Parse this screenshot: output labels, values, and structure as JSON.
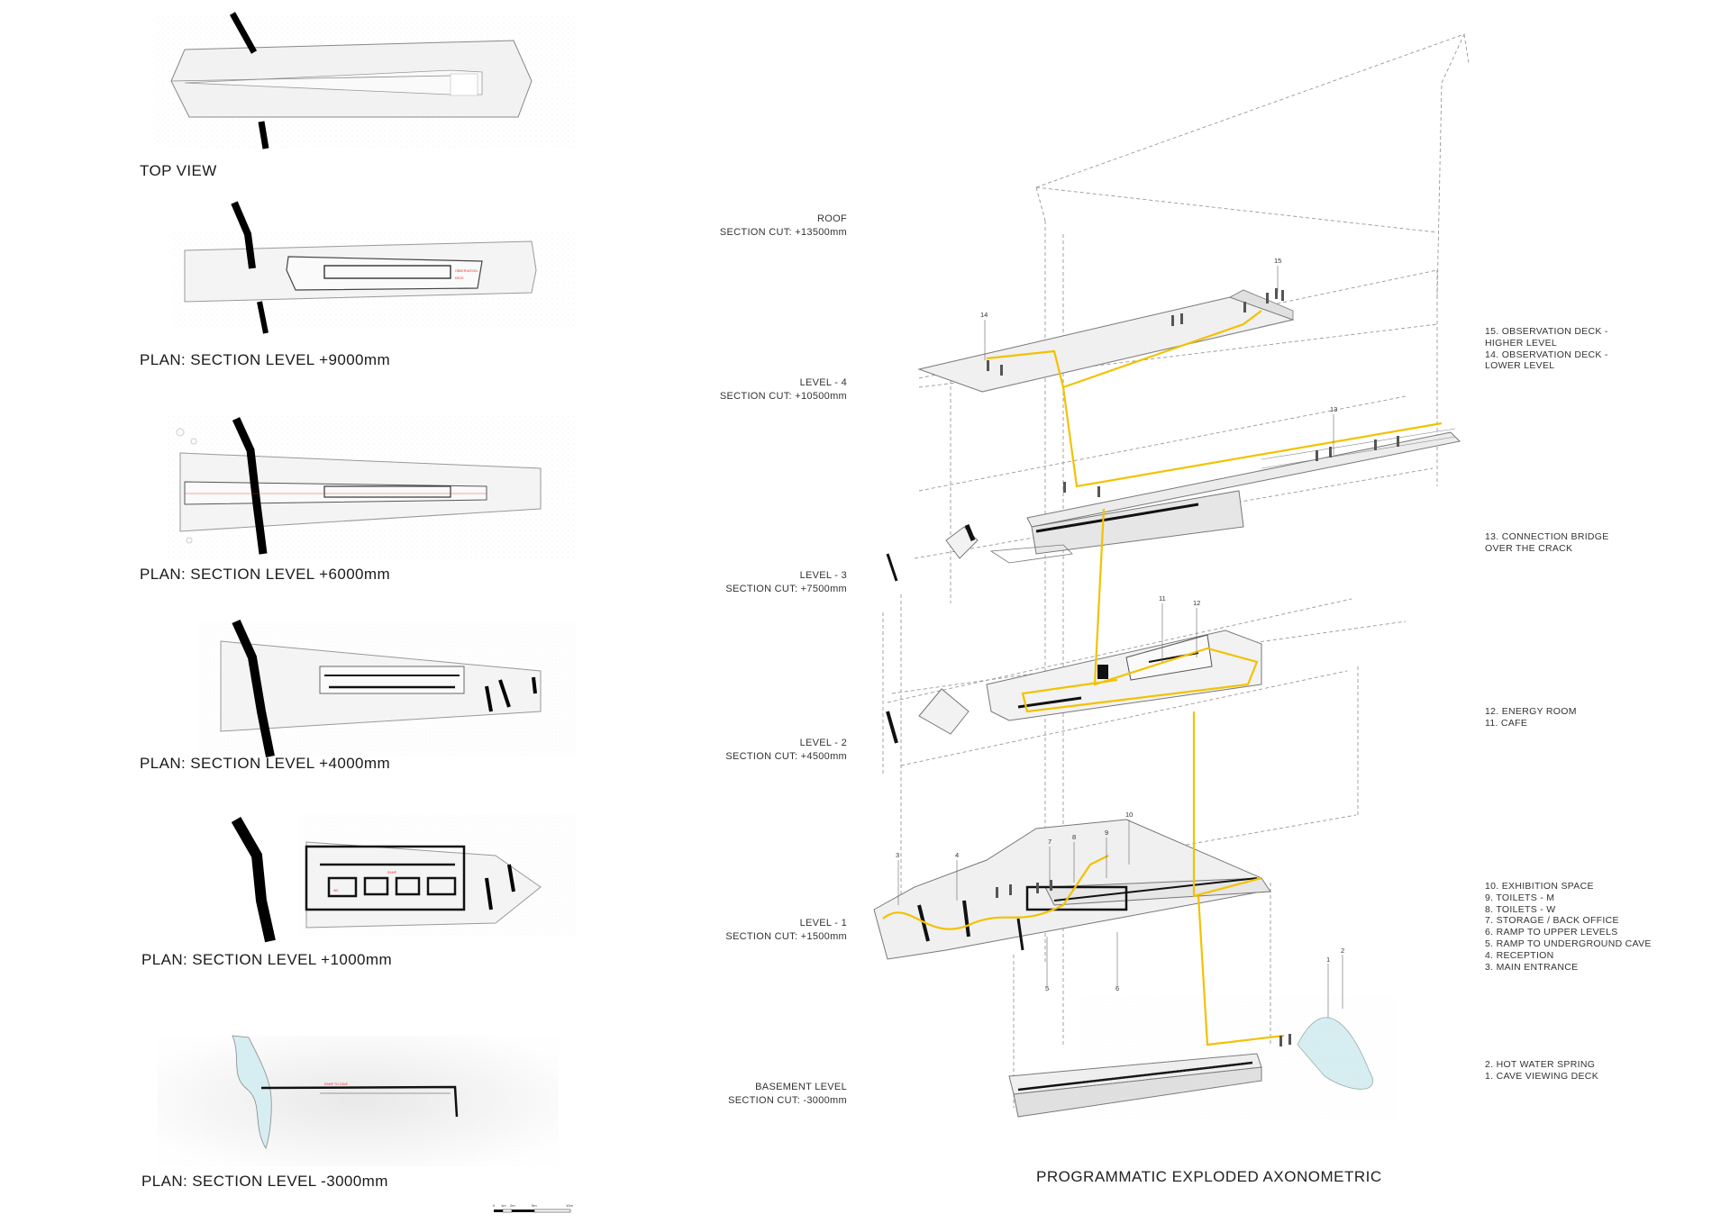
{
  "plans": [
    {
      "title": "TOP VIEW"
    },
    {
      "title": "PLAN: SECTION LEVEL +9000mm"
    },
    {
      "title": "PLAN: SECTION LEVEL +6000mm"
    },
    {
      "title": "PLAN: SECTION LEVEL +4000mm"
    },
    {
      "title": "PLAN: SECTION LEVEL +1000mm"
    },
    {
      "title": "PLAN: SECTION LEVEL -3000mm"
    }
  ],
  "levels": [
    {
      "name": "ROOF",
      "cut": "SECTION CUT: +13500mm"
    },
    {
      "name": "LEVEL - 4",
      "cut": "SECTION CUT: +10500mm"
    },
    {
      "name": "LEVEL - 3",
      "cut": "SECTION CUT: +7500mm"
    },
    {
      "name": "LEVEL - 2",
      "cut": "SECTION CUT: +4500mm"
    },
    {
      "name": "LEVEL - 1",
      "cut": "SECTION CUT: +1500mm"
    },
    {
      "name": "BASEMENT LEVEL",
      "cut": "SECTION CUT: -3000mm"
    }
  ],
  "legends": [
    {
      "text": "15. OBSERVATION DECK -\nHIGHER LEVEL\n14. OBSERVATION DECK -\nLOWER LEVEL"
    },
    {
      "text": "13. CONNECTION BRIDGE\nOVER THE CRACK"
    },
    {
      "text": "12. ENERGY ROOM\n11. CAFE"
    },
    {
      "text": "10. EXHIBITION SPACE\n9. TOILETS - M\n8. TOILETS - W\n7. STORAGE / BACK OFFICE\n6. RAMP TO UPPER LEVELS\n5. RAMP TO UNDERGROUND CAVE\n4. RECEPTION\n3. MAIN ENTRANCE"
    },
    {
      "text": "2. HOT WATER SPRING\n1. CAVE VIEWING DECK"
    }
  ],
  "callouts": [
    "1",
    "2",
    "3",
    "4",
    "5",
    "6",
    "7",
    "8",
    "9",
    "10",
    "11",
    "12",
    "13",
    "14",
    "15"
  ],
  "axo_title": "PROGRAMMATIC EXPLODED AXONOMETRIC",
  "scale_labels": [
    "0",
    "1m",
    "2m",
    "5m",
    "10m"
  ],
  "colors": {
    "circulation": "#f2c200",
    "wall": "#111111",
    "annotation_red": "#e0352b",
    "water": "#d6eef2"
  }
}
